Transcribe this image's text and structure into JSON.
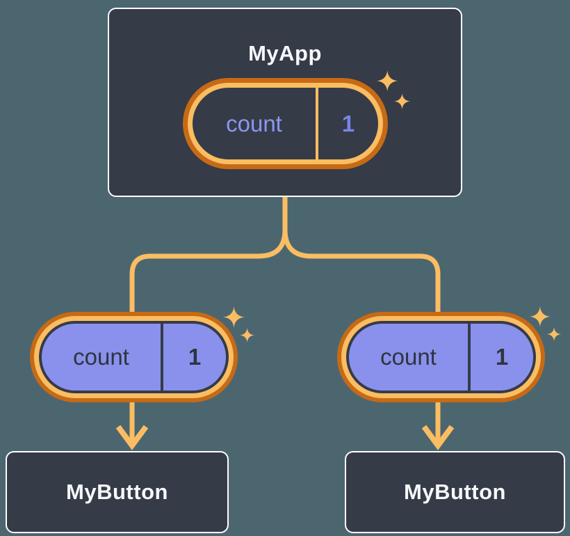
{
  "colors": {
    "background": "#4C6670",
    "card": "#353B47",
    "card_border": "#FFFFFF",
    "orange_dark": "#C76A15",
    "orange_light": "#FABD62",
    "purple_fill": "#8A91EC",
    "purple_text": "#8C96F0",
    "purple_value": "#7A85E9",
    "dark_text": "#2E3440",
    "light_text": "#F6F7F9"
  },
  "root": {
    "title": "MyApp",
    "state": {
      "label": "count",
      "value": "1"
    }
  },
  "children": [
    {
      "title": "MyButton",
      "prop": {
        "label": "count",
        "value": "1"
      }
    },
    {
      "title": "MyButton",
      "prop": {
        "label": "count",
        "value": "1"
      }
    }
  ],
  "icons": {
    "sparkle": "sparkle-icon",
    "arrow": "arrow-down-icon"
  }
}
